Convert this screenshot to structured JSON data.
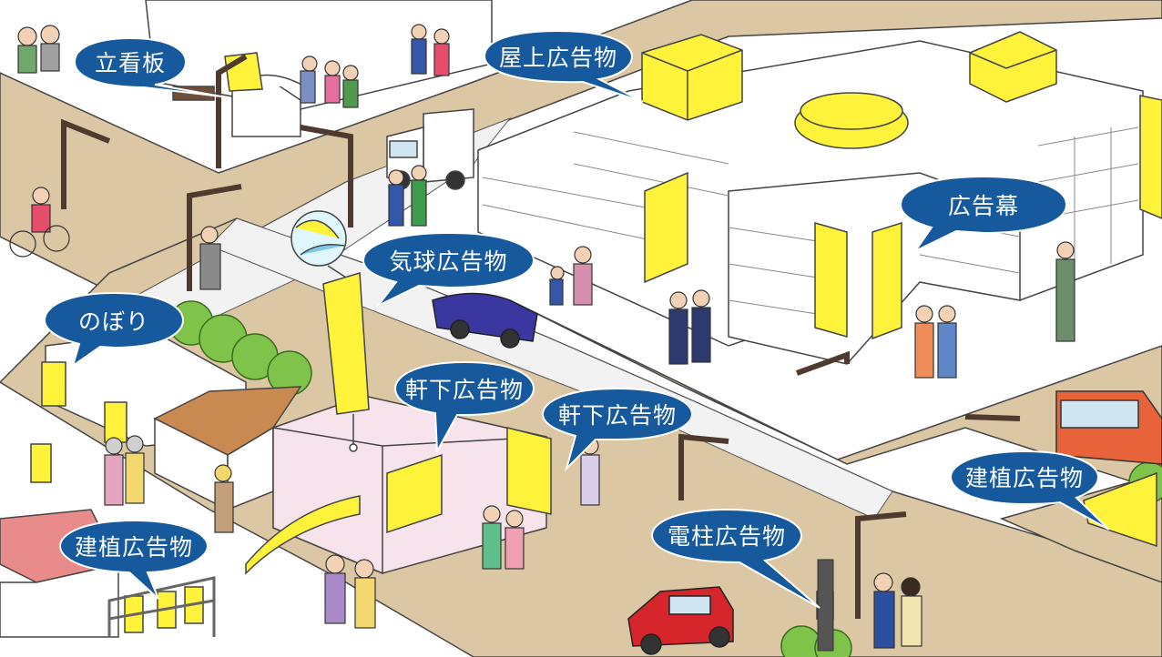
{
  "labels": {
    "standing_sign": "立看板",
    "rooftop_ad": "屋上広告物",
    "banner_curtain": "広告幕",
    "balloon_ad": "気球広告物",
    "nobori": "のぼり",
    "eave_ad_1": "軒下広告物",
    "eave_ad_2": "軒下広告物",
    "erected_ad_right": "建植広告物",
    "erected_ad_left": "建植広告物",
    "pole_ad": "電柱広告物"
  },
  "colors": {
    "bubble_fill": "#16599d",
    "bubble_text": "#ffffff",
    "ad_yellow": "#fff23a",
    "road": "#dcc7a4",
    "building": "#ffffff",
    "outline": "#333333"
  }
}
